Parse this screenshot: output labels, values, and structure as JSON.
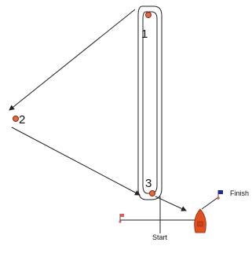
{
  "marks": [
    {
      "label": "1"
    },
    {
      "label": "2"
    },
    {
      "label": "3"
    }
  ],
  "start_label": "Start",
  "finish_label": "Finish",
  "colors": {
    "mark_fill": "#e06a3c",
    "mark_stroke": "#8a2a10",
    "line": "#222222",
    "boat": "#e2501f",
    "start_flag": "#e05a5a",
    "finish_flag": "#1e2a9a",
    "finish_pin": "#e05a5a"
  }
}
